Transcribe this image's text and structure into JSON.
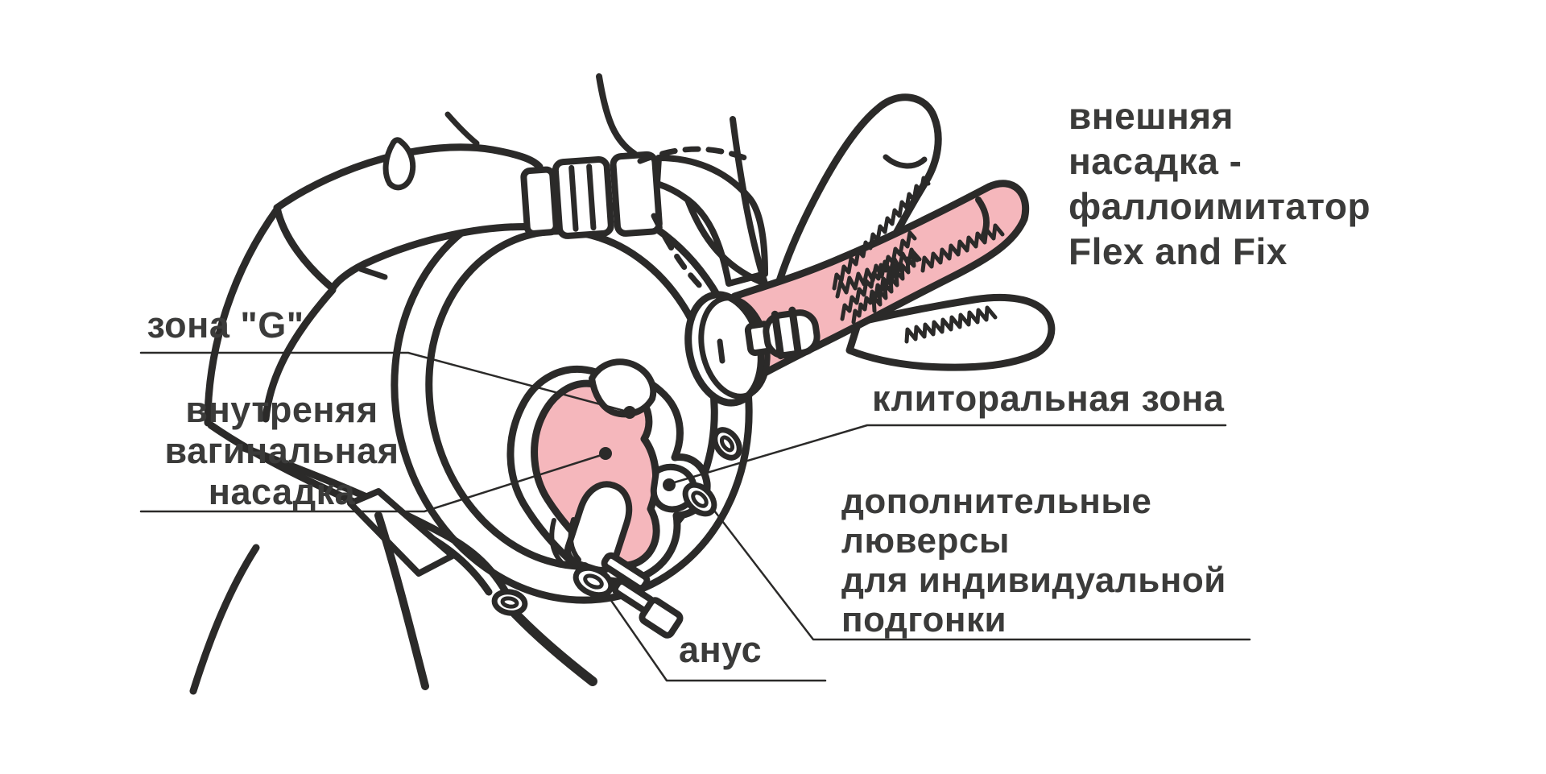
{
  "figure": {
    "type": "product-diagram",
    "background": "#ffffff",
    "outline_color": "#2b2a29",
    "highlight_color": "#f5b7bc",
    "text_color": "#3b3b3a"
  },
  "labels": {
    "g_zone": {
      "text": "зона \"G\""
    },
    "inner_attachment": {
      "lines": [
        "внутреняя",
        "вагинальная",
        "насадка"
      ]
    },
    "outer_attachment": {
      "lines": [
        "внешняя",
        "насадка -",
        "фаллоимитатор",
        "Flex and Fix"
      ]
    },
    "clitoral_zone": {
      "text": "клиторальная зона"
    },
    "extra_eyelets": {
      "lines": [
        "дополнительные",
        "люверсы",
        "для индивидуальной",
        "подгонки"
      ]
    },
    "anus": {
      "text": "анус"
    }
  }
}
